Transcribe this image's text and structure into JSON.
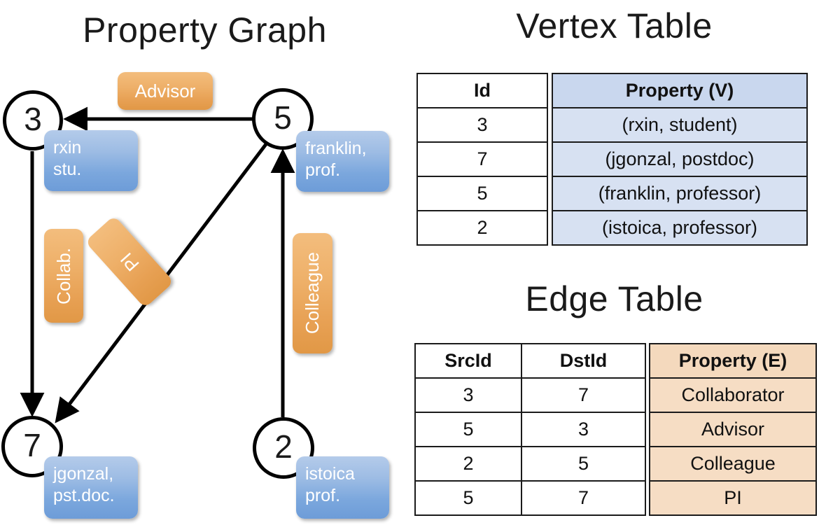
{
  "titles": {
    "property_graph": "Property Graph",
    "vertex_table": "Vertex Table",
    "edge_table": "Edge Table"
  },
  "graph": {
    "nodes": [
      {
        "id": "3",
        "prop_line1": "rxin",
        "prop_line2": "stu."
      },
      {
        "id": "5",
        "prop_line1": "franklin,",
        "prop_line2": "prof."
      },
      {
        "id": "7",
        "prop_line1": "jgonzal,",
        "prop_line2": "pst.doc."
      },
      {
        "id": "2",
        "prop_line1": "istoica",
        "prop_line2": "prof."
      }
    ],
    "edge_labels": [
      {
        "name": "advisor",
        "text": "Advisor"
      },
      {
        "name": "collab",
        "text": "Collab."
      },
      {
        "name": "pi",
        "text": "PI"
      },
      {
        "name": "colleague",
        "text": "Colleague"
      }
    ]
  },
  "vertex_table": {
    "headers": [
      "Id",
      "Property (V)"
    ],
    "rows": [
      {
        "id": "3",
        "property": "(rxin, student)"
      },
      {
        "id": "7",
        "property": "(jgonzal, postdoc)"
      },
      {
        "id": "5",
        "property": "(franklin, professor)"
      },
      {
        "id": "2",
        "property": "(istoica, professor)"
      }
    ]
  },
  "edge_table": {
    "headers": [
      "SrcId",
      "DstId",
      "Property (E)"
    ],
    "rows": [
      {
        "src": "3",
        "dst": "7",
        "property": "Collaborator"
      },
      {
        "src": "5",
        "dst": "3",
        "property": "Advisor"
      },
      {
        "src": "2",
        "dst": "5",
        "property": "Colleague"
      },
      {
        "src": "5",
        "dst": "7",
        "property": "PI"
      }
    ]
  },
  "colors": {
    "vertex_property_fill": "#d7e1f2",
    "edge_property_fill": "#f6ddc4",
    "node_callout_blue": "#7ba7dd",
    "edge_label_orange": "#e7a053",
    "line": "#000000",
    "background": "#ffffff"
  }
}
